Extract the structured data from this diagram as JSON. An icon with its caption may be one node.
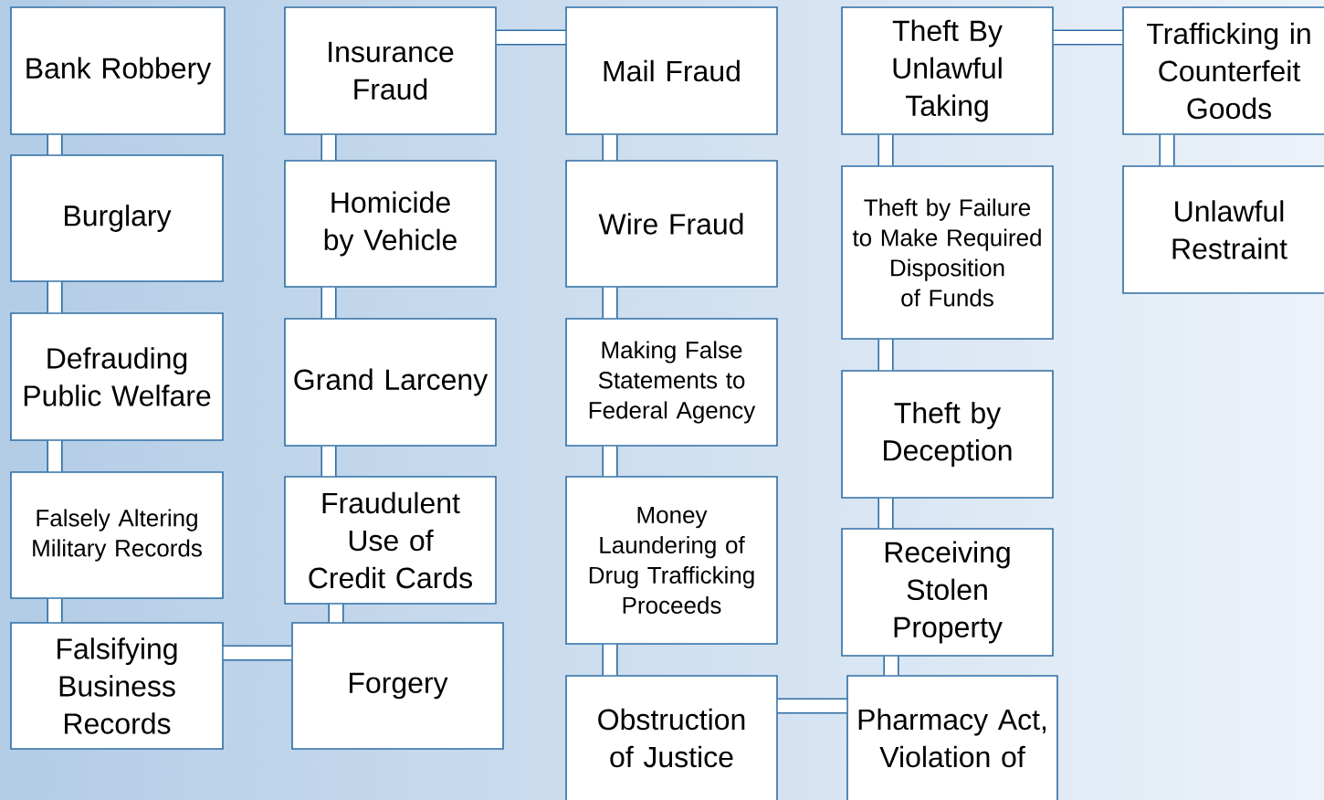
{
  "diagram": {
    "nodes": [
      {
        "text": [
          "Bank Robbery"
        ]
      },
      {
        "text": [
          "Burglary"
        ]
      },
      {
        "text": [
          "Defrauding Public Welfare"
        ]
      },
      {
        "text": [
          "Falsely Altering Military Records"
        ]
      },
      {
        "text": [
          "Falsifying Business Records"
        ]
      },
      {
        "text": [
          "Insurance Fraud"
        ]
      },
      {
        "text": [
          "Homicide by Vehicle"
        ]
      },
      {
        "text": [
          "Grand Larceny"
        ]
      },
      {
        "text": [
          "Fraudulent Use of Credit Cards"
        ]
      },
      {
        "text": [
          "Forgery"
        ]
      },
      {
        "text": [
          "Mail Fraud"
        ]
      },
      {
        "text": [
          "Wire Fraud"
        ]
      },
      {
        "text": [
          "Making False Statements to Federal Agency"
        ]
      },
      {
        "text": [
          "Money Laundering of Drug Trafficking Proceeds"
        ]
      },
      {
        "text": [
          "Obstruction of Justice"
        ]
      },
      {
        "text": [
          "Theft By Unlawful Taking"
        ]
      },
      {
        "text": [
          "Theft by Failure to Make Required Disposition of Funds"
        ]
      },
      {
        "text": [
          "Theft by Deception"
        ]
      },
      {
        "text": [
          "Receiving Stolen Property"
        ]
      },
      {
        "text": [
          "Pharmacy Act, Violation of"
        ]
      },
      {
        "text": [
          "Trafficking in Counterfeit Goods"
        ]
      },
      {
        "text": [
          "Unlawful Restraint"
        ]
      }
    ],
    "edges": [
      {
        "from": 0,
        "to": 1,
        "arrow": "none"
      },
      {
        "from": 1,
        "to": 2,
        "arrow": "none"
      },
      {
        "from": 2,
        "to": 3,
        "arrow": "none"
      },
      {
        "from": 3,
        "to": 4,
        "arrow": "none"
      },
      {
        "from": 4,
        "to": 9,
        "arrow": "none"
      },
      {
        "from": 5,
        "to": 6,
        "arrow": "none"
      },
      {
        "from": 6,
        "to": 7,
        "arrow": "none"
      },
      {
        "from": 7,
        "to": 8,
        "arrow": "none"
      },
      {
        "from": 8,
        "to": 9,
        "arrow": "none"
      },
      {
        "from": 5,
        "to": 10,
        "arrow": "none"
      },
      {
        "from": 10,
        "to": 11,
        "arrow": "none"
      },
      {
        "from": 11,
        "to": 12,
        "arrow": "none"
      },
      {
        "from": 12,
        "to": 13,
        "arrow": "none"
      },
      {
        "from": 13,
        "to": 14,
        "arrow": "none"
      },
      {
        "from": 14,
        "to": 19,
        "arrow": "none"
      },
      {
        "from": 15,
        "to": 16,
        "arrow": "none"
      },
      {
        "from": 16,
        "to": 17,
        "arrow": "none"
      },
      {
        "from": 17,
        "to": 18,
        "arrow": "none"
      },
      {
        "from": 18,
        "to": 19,
        "arrow": "none"
      },
      {
        "from": 15,
        "to": 20,
        "arrow": "none"
      },
      {
        "from": 20,
        "to": 21,
        "arrow": "none"
      }
    ]
  }
}
